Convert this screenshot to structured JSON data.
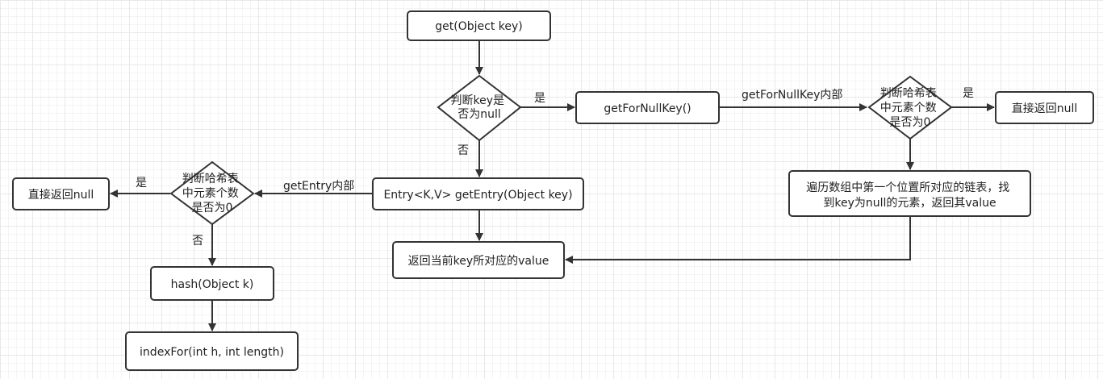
{
  "nodes": {
    "get": "get(Object key)",
    "is_null_key": [
      "判断key是",
      "否为null"
    ],
    "get_for_null_key": "getForNullKey()",
    "check_size_right": [
      "判断哈希表",
      "中元素个数",
      "是否为0"
    ],
    "return_null_right": "直接返回null",
    "iterate_first_bucket": [
      "遍历数组中第一个位置所对应的链表，找",
      "到key为null的元素，返回其value"
    ],
    "get_entry": "Entry<K,V> getEntry(Object key)",
    "return_value": "返回当前key所对应的value",
    "check_size_left": [
      "判断哈希表",
      "中元素个数",
      "是否为0"
    ],
    "return_null_left": "直接返回null",
    "hash": "hash(Object k)",
    "index_for": "indexFor(int h, int length)"
  },
  "edges": {
    "yes_null_key": "是",
    "no_null_key": "否",
    "get_for_null_key_inner": "getForNullKey内部",
    "yes_size_right": "是",
    "get_entry_inner": "getEntry内部",
    "yes_size_left": "是",
    "no_size_left": "否"
  }
}
